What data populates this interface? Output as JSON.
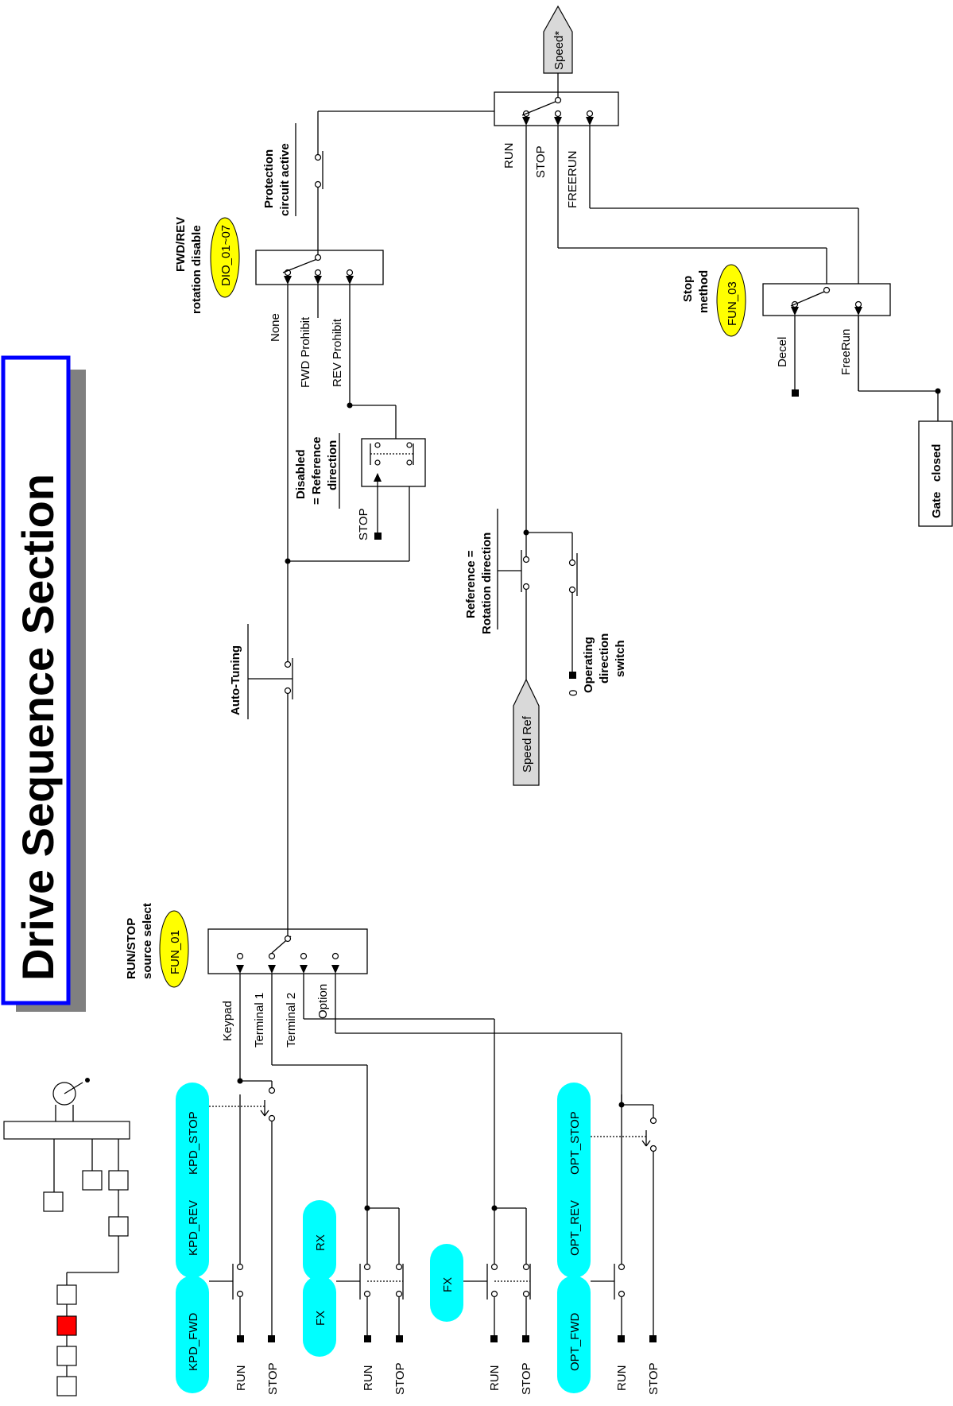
{
  "title": "Drive Sequence Section",
  "colors": {
    "title_border": "#0000ff",
    "keypad_pills": "#00ffff",
    "param_ovals": "#ffff00",
    "signal_arrows": "#d9d9d9",
    "active_block": "#ff0000"
  },
  "sources": {
    "kpd_fwd": "KPD_FWD",
    "kpd_rev": "KPD_REV",
    "kpd_stop": "KPD_STOP",
    "fx1": "FX",
    "rx": "RX",
    "fx2": "FX",
    "opt_fwd": "OPT_FWD",
    "opt_rev": "OPT_REV",
    "opt_stop": "OPT_STOP"
  },
  "terminals": {
    "run": "RUN",
    "stop": "STOP"
  },
  "run_stop_select": {
    "label_line1": "RUN/STOP",
    "label_line2": "source select",
    "param": "FUN_01",
    "inputs": [
      "Keypad",
      "Terminal 1",
      "Terminal 2",
      "Option"
    ]
  },
  "auto_tuning": "Auto-Tuning",
  "disabled_ref": {
    "line1": "Disabled",
    "line2": "= Reference",
    "line3": "direction",
    "stop": "STOP"
  },
  "rotation_disable": {
    "label_line1": "FWD/REV",
    "label_line2": "rotation disable",
    "param": "DIO_01~07",
    "inputs": [
      "None",
      "FWD Prohibit",
      "REV Prohibit"
    ]
  },
  "protection": {
    "line1": "Protection",
    "line2": "circuit active"
  },
  "output_select": {
    "inputs": [
      "RUN",
      "STOP",
      "FREERUN"
    ],
    "output": "Speed*"
  },
  "reference_rotation": {
    "line1": "Reference =",
    "line2": "Rotation direction"
  },
  "operating_switch": {
    "line1": "Operating",
    "line2": "direction",
    "line3": "switch",
    "zero": "0"
  },
  "speed_ref": "Speed Ref",
  "stop_method": {
    "line1": "Stop",
    "line2": "method",
    "param": "FUN_03",
    "inputs": [
      "Decel",
      "FreeRun"
    ]
  },
  "gate_closed": "Gate   closed"
}
